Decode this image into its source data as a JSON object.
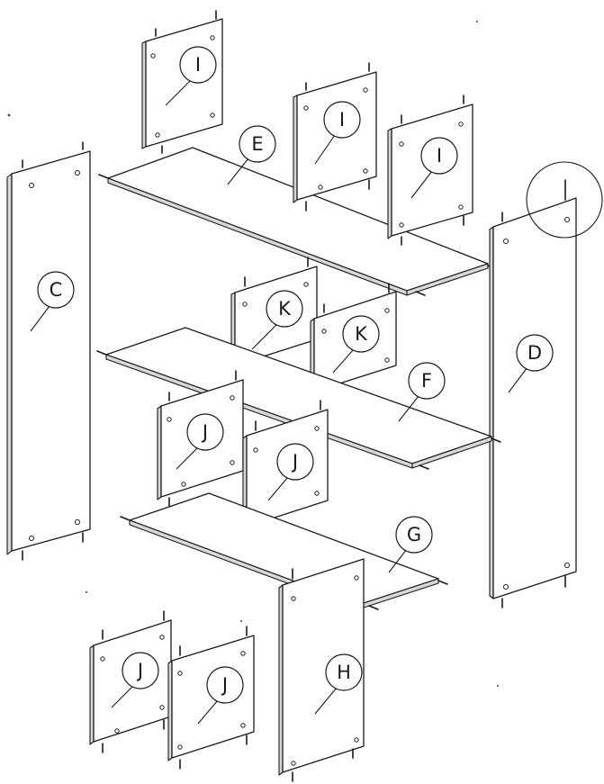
{
  "diagram": {
    "parts": [
      {
        "id": "C",
        "label": "C"
      },
      {
        "id": "D",
        "label": "D"
      },
      {
        "id": "E",
        "label": "E"
      },
      {
        "id": "F",
        "label": "F"
      },
      {
        "id": "G",
        "label": "G"
      },
      {
        "id": "H",
        "label": "H"
      },
      {
        "id": "I1",
        "label": "I"
      },
      {
        "id": "I2",
        "label": "I"
      },
      {
        "id": "I3",
        "label": "I"
      },
      {
        "id": "K1",
        "label": "K"
      },
      {
        "id": "K2",
        "label": "K"
      },
      {
        "id": "J1",
        "label": "J"
      },
      {
        "id": "J2",
        "label": "J"
      },
      {
        "id": "J3",
        "label": "J"
      },
      {
        "id": "J4",
        "label": "J"
      }
    ],
    "colors": {
      "line": "#1a1a1a",
      "paper": "#ffffff"
    }
  }
}
